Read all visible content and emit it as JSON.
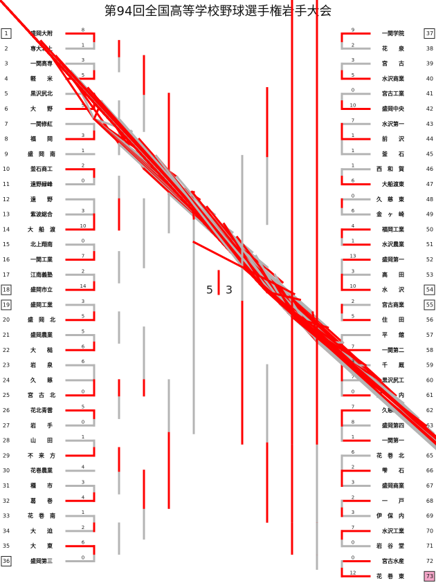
{
  "title": "第94回全国高等学校野球選手権岩手大会",
  "colors": {
    "win": "#ff0000",
    "lose": "#b4b4b4",
    "box_highlight": "#f4a6c8"
  },
  "left_teams": [
    {
      "seed": "1",
      "name": "盛岡大附",
      "box": true
    },
    {
      "seed": "2",
      "name": "専大北上"
    },
    {
      "seed": "3",
      "name": "一関高専"
    },
    {
      "seed": "4",
      "name": "軽　　米"
    },
    {
      "seed": "5",
      "name": "黒沢尻北"
    },
    {
      "seed": "6",
      "name": "大　　野"
    },
    {
      "seed": "7",
      "name": "一関修紅"
    },
    {
      "seed": "8",
      "name": "福　　岡"
    },
    {
      "seed": "9",
      "name": "盛　岡　南"
    },
    {
      "seed": "10",
      "name": "釜石商工"
    },
    {
      "seed": "11",
      "name": "遠野緑峰"
    },
    {
      "seed": "12",
      "name": "遠　　野"
    },
    {
      "seed": "13",
      "name": "紫波総合"
    },
    {
      "seed": "14",
      "name": "大　船　渡"
    },
    {
      "seed": "15",
      "name": "北上翔南"
    },
    {
      "seed": "16",
      "name": "一関工業"
    },
    {
      "seed": "17",
      "name": "江南義塾"
    },
    {
      "seed": "18",
      "name": "盛岡市立",
      "box": true
    },
    {
      "seed": "19",
      "name": "盛岡工業",
      "box": true
    },
    {
      "seed": "20",
      "name": "盛　岡　北"
    },
    {
      "seed": "21",
      "name": "盛岡農業"
    },
    {
      "seed": "22",
      "name": "大　　槌"
    },
    {
      "seed": "23",
      "name": "岩　　泉"
    },
    {
      "seed": "24",
      "name": "久　　慈"
    },
    {
      "seed": "25",
      "name": "宮　古　北"
    },
    {
      "seed": "26",
      "name": "花北青雲"
    },
    {
      "seed": "27",
      "name": "岩　　手"
    },
    {
      "seed": "28",
      "name": "山　　田"
    },
    {
      "seed": "29",
      "name": "不　来　方"
    },
    {
      "seed": "30",
      "name": "花巻農業"
    },
    {
      "seed": "31",
      "name": "種　　市"
    },
    {
      "seed": "32",
      "name": "葛　　巻"
    },
    {
      "seed": "33",
      "name": "花　巻　南"
    },
    {
      "seed": "34",
      "name": "大　　迫"
    },
    {
      "seed": "35",
      "name": "大　　東"
    },
    {
      "seed": "36",
      "name": "盛岡第三",
      "box": true
    }
  ],
  "right_teams": [
    {
      "seed": "37",
      "name": "一関学院",
      "box": true
    },
    {
      "seed": "38",
      "name": "花　　泉"
    },
    {
      "seed": "39",
      "name": "宮　　古"
    },
    {
      "seed": "40",
      "name": "水沢商業"
    },
    {
      "seed": "41",
      "name": "宮古工業"
    },
    {
      "seed": "42",
      "name": "盛岡中央"
    },
    {
      "seed": "43",
      "name": "水沢第一"
    },
    {
      "seed": "44",
      "name": "前　　沢"
    },
    {
      "seed": "45",
      "name": "釜　　石"
    },
    {
      "seed": "46",
      "name": "西　和　賀"
    },
    {
      "seed": "47",
      "name": "大船渡東"
    },
    {
      "seed": "48",
      "name": "久　慈　東"
    },
    {
      "seed": "49",
      "name": "金　ヶ　崎"
    },
    {
      "seed": "50",
      "name": "福岡工業"
    },
    {
      "seed": "51",
      "name": "水沢農業"
    },
    {
      "seed": "52",
      "name": "盛岡第一"
    },
    {
      "seed": "53",
      "name": "高　　田"
    },
    {
      "seed": "54",
      "name": "水　　沢",
      "box": true
    },
    {
      "seed": "55",
      "name": "宮古商業",
      "box": true
    },
    {
      "seed": "56",
      "name": "住　　田"
    },
    {
      "seed": "57",
      "name": "平　　舘"
    },
    {
      "seed": "58",
      "name": "一関第二"
    },
    {
      "seed": "59",
      "name": "千　　厩"
    },
    {
      "seed": "60",
      "name": "黒沢尻工"
    },
    {
      "seed": "61",
      "name": "沼　宮　内"
    },
    {
      "seed": "62",
      "name": "久慈工業"
    },
    {
      "seed": "63",
      "name": "盛岡第四"
    },
    {
      "seed": "64",
      "name": "一関第一"
    },
    {
      "seed": "65",
      "name": "花　巻　北"
    },
    {
      "seed": "66",
      "name": "雫　　石"
    },
    {
      "seed": "67",
      "name": "盛岡商業"
    },
    {
      "seed": "68",
      "name": "一　　戸"
    },
    {
      "seed": "69",
      "name": "伊　保　内"
    },
    {
      "seed": "70",
      "name": "水沢工業"
    },
    {
      "seed": "71",
      "name": "岩　谷　堂"
    },
    {
      "seed": "72",
      "name": "宮古水産"
    },
    {
      "seed": "73",
      "name": "花　巻　東",
      "box": true,
      "highlight": true
    }
  ],
  "final": {
    "left_score": "5",
    "right_score": "3"
  }
}
